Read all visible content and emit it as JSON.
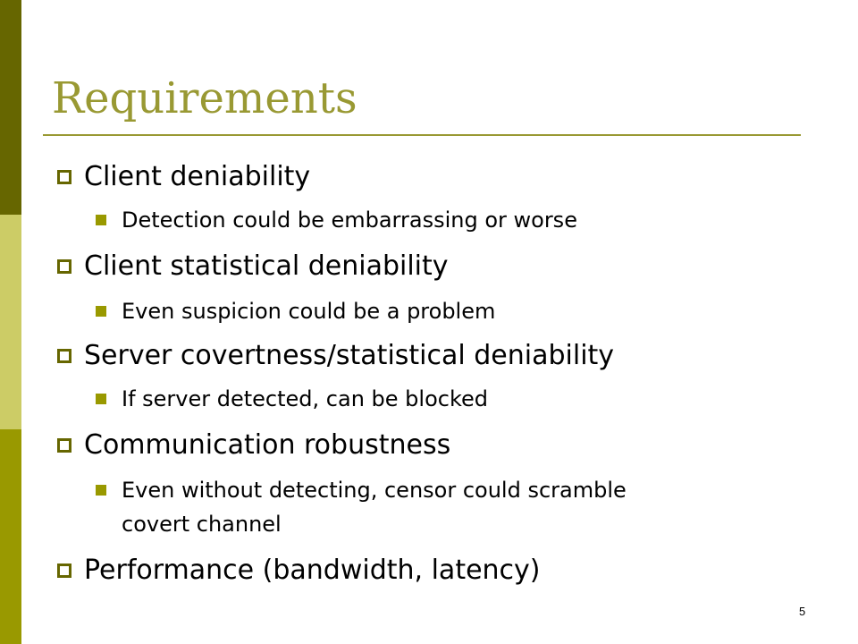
{
  "slide": {
    "title": "Requirements",
    "page_number": "5",
    "colors": {
      "accent": "#999933",
      "sidebar_dark": "#666600",
      "sidebar_light": "#cccc66",
      "sidebar_mid": "#999900"
    },
    "bullets": [
      {
        "text": "Client deniability",
        "sub": [
          "Detection could be embarrassing or worse"
        ]
      },
      {
        "text": "Client statistical deniability",
        "sub": [
          "Even suspicion could be a problem"
        ]
      },
      {
        "text": "Server covertness/statistical deniability",
        "sub": [
          "If server detected, can be blocked"
        ]
      },
      {
        "text": "Communication robustness",
        "sub": [
          "Even without detecting, censor could scramble",
          "covert channel"
        ]
      },
      {
        "text": "Performance (bandwidth, latency)",
        "sub": []
      }
    ]
  }
}
